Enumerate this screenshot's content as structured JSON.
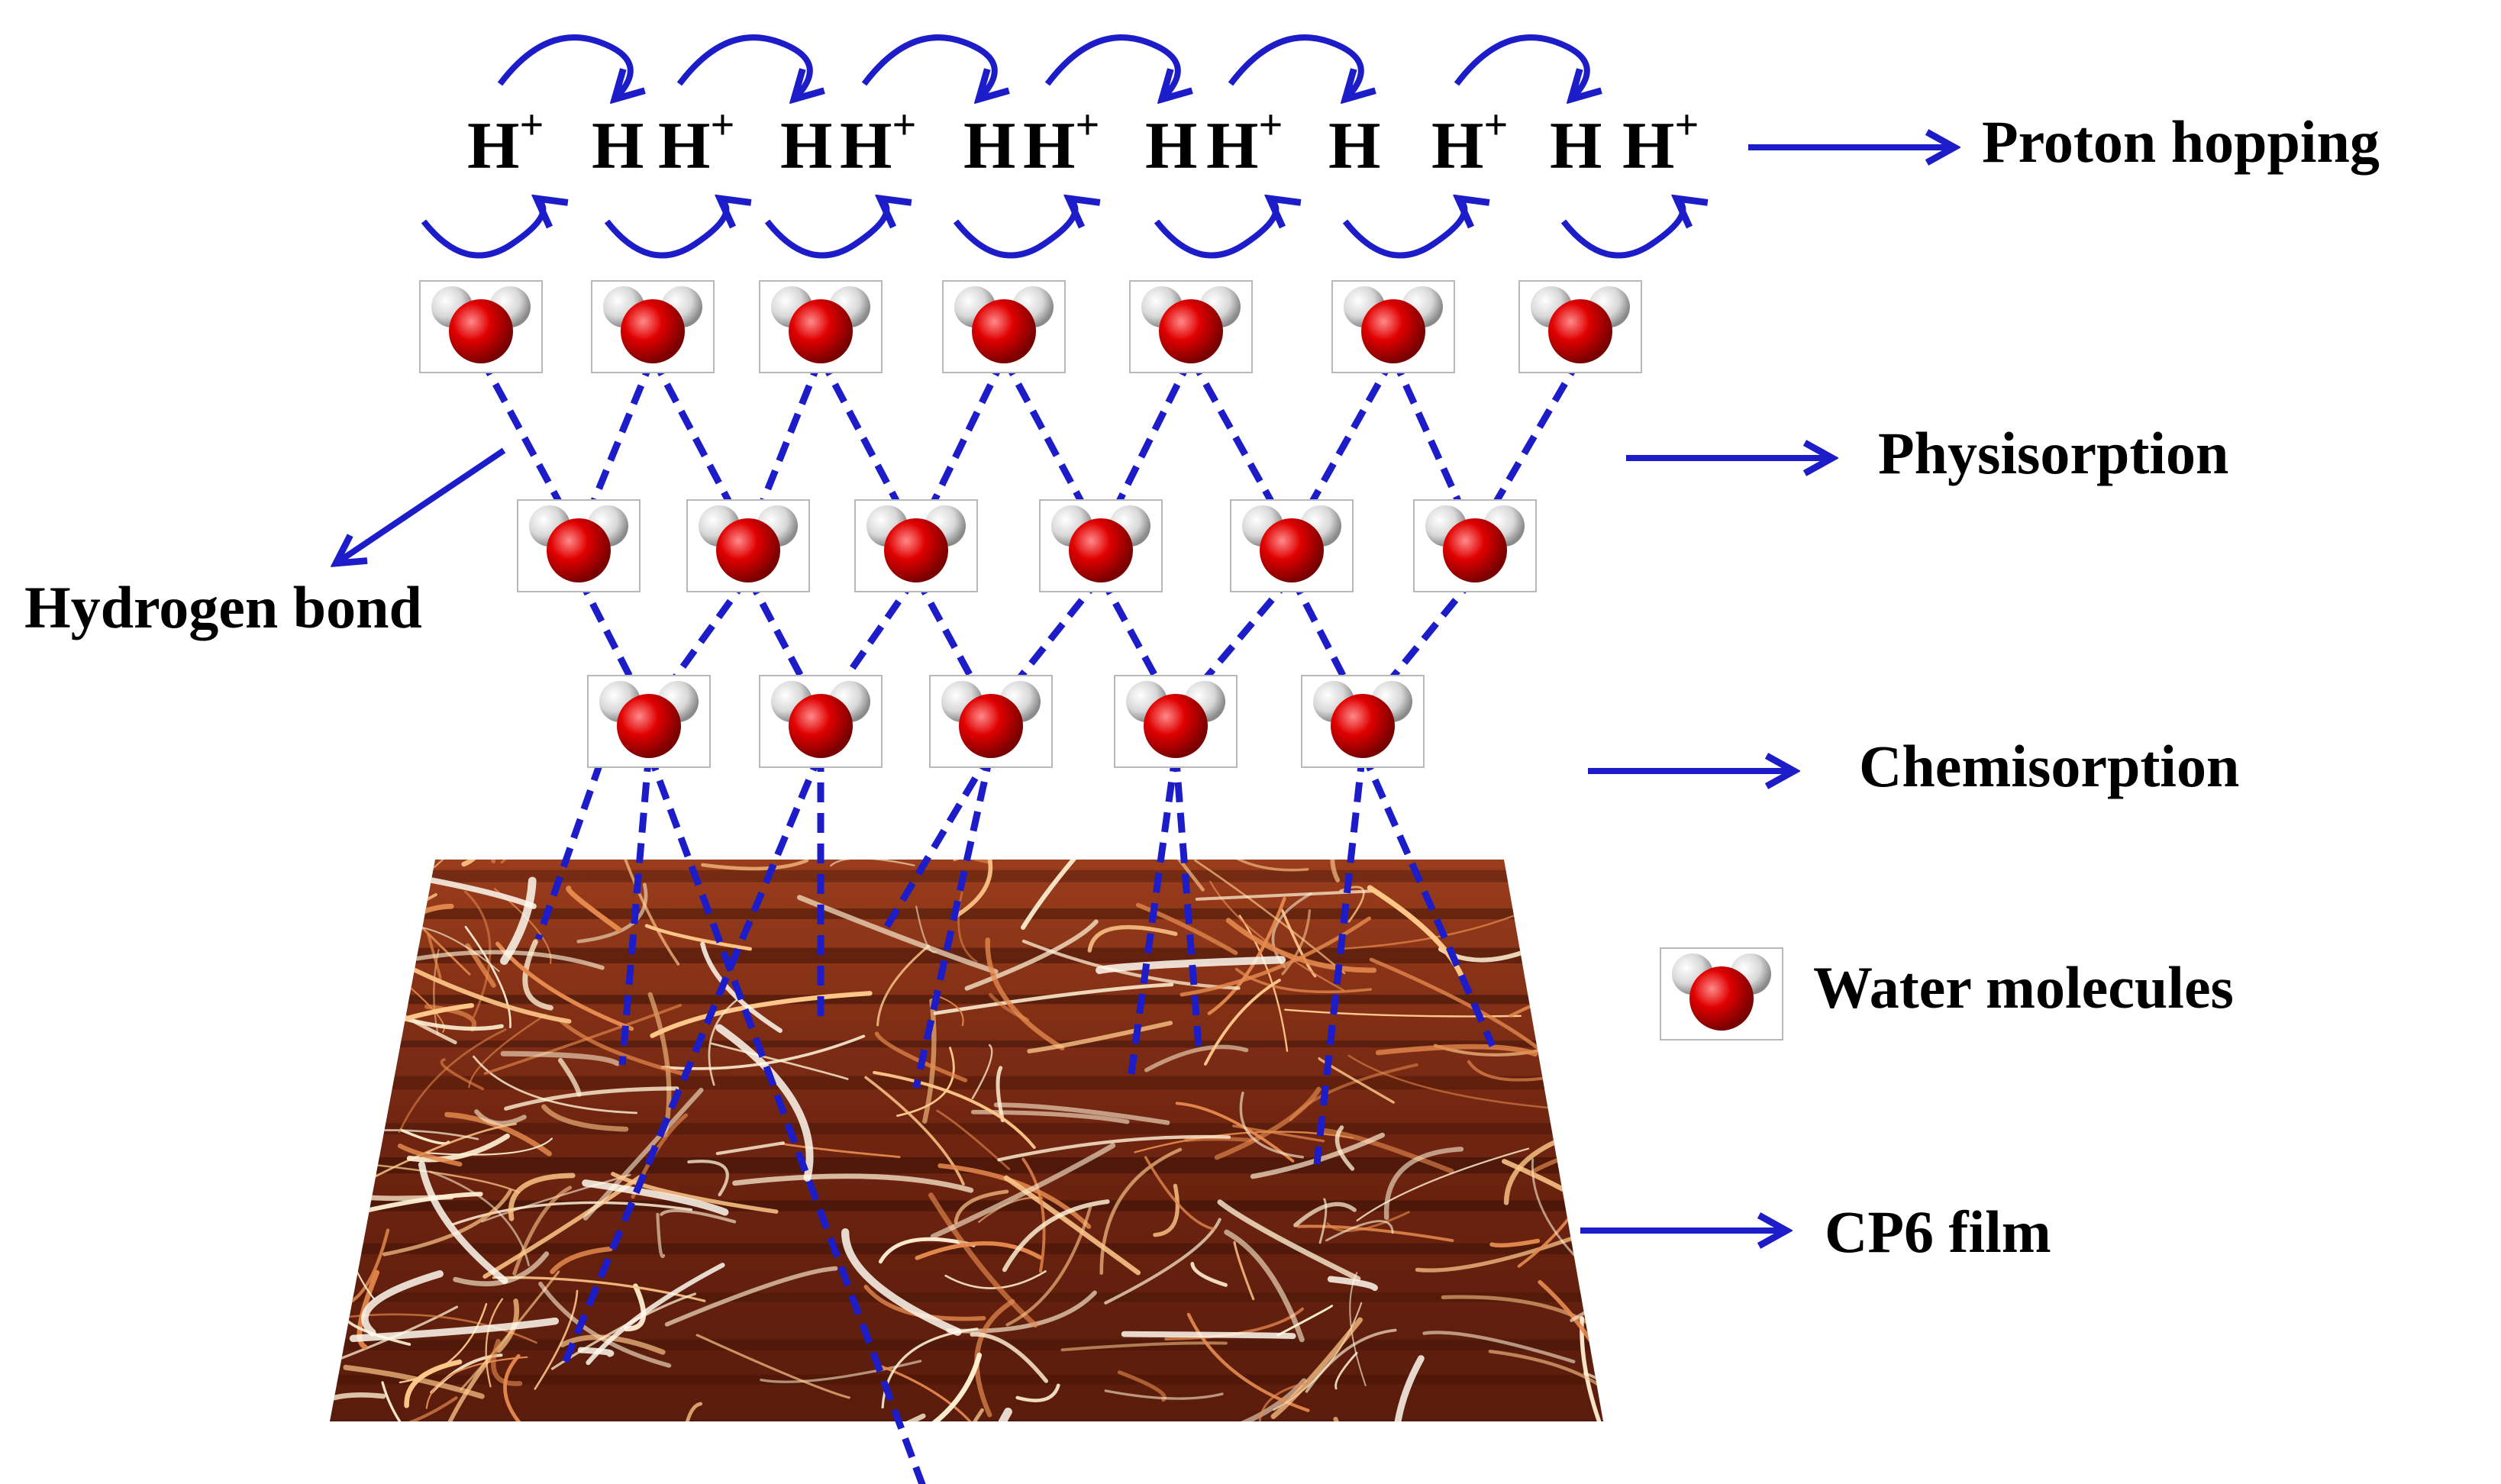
{
  "colors": {
    "arrow": "#1c1cc8",
    "bond": "#1c1cc8",
    "oxygen": "#e00000",
    "hydrogen": "#d8d8d8",
    "film_base": "#7a2a12",
    "fiber": "#ffd9a0"
  },
  "proton_chain": {
    "labels": [
      "H⁺",
      "H",
      "H⁺",
      "H",
      "H⁺",
      "H",
      "H⁺",
      "H",
      "H⁺",
      "H",
      "H⁺",
      "H",
      "H⁺"
    ]
  },
  "labels": {
    "proton_hopping": "Proton hopping",
    "physisorption": "Physisorption",
    "chemisorption": "Chemisorption",
    "water_molecules": "Water molecules",
    "cp6_film": "CP6 film",
    "hydrogen_bond": "Hydrogen bond"
  },
  "icons": {
    "water_molecule": "water-molecule-icon",
    "arrow": "right-arrow-icon"
  },
  "layers": {
    "top_row_count": 7,
    "middle_row_count": 6,
    "bottom_row_count": 5
  }
}
